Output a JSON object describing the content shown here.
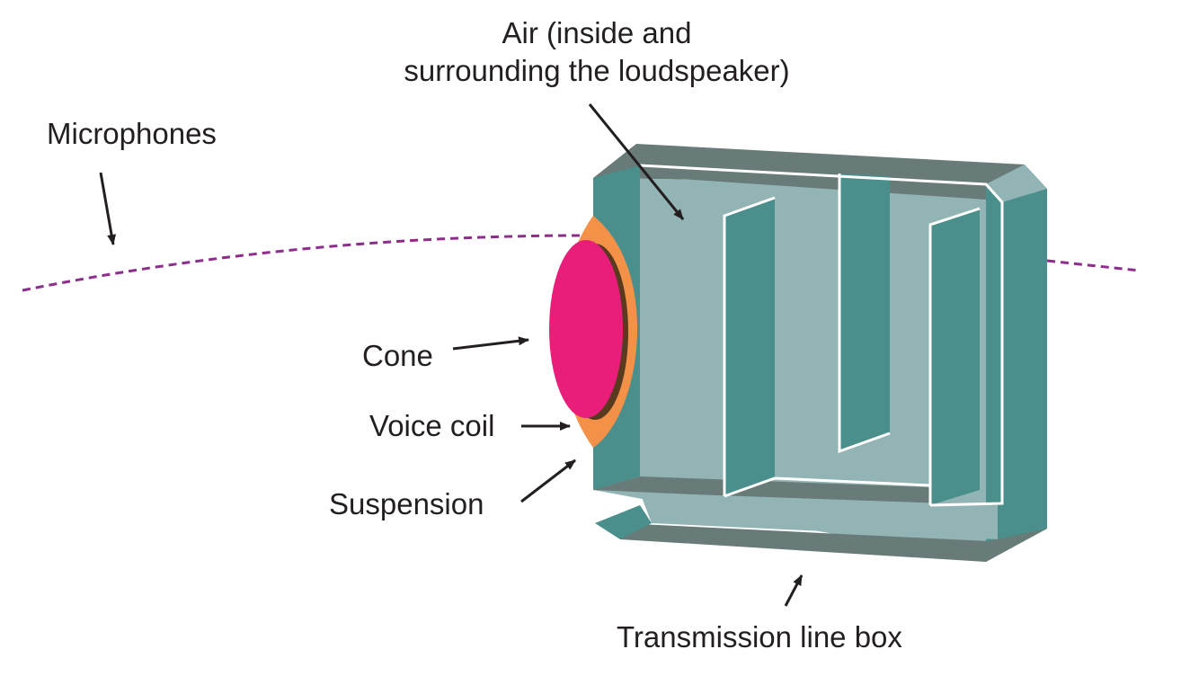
{
  "labels": {
    "air_line1": "Air (inside and",
    "air_line2": "surrounding the loudspeaker)",
    "microphones": "Microphones",
    "cone": "Cone",
    "voice_coil": "Voice coil",
    "suspension": "Suspension",
    "transmission_line_box": "Transmission line box"
  },
  "colors": {
    "box_face": "#93b4b4",
    "box_side": "#4a8f8c",
    "box_top": "#687b78",
    "box_bottom": "#687b78",
    "cone": "#e91e7b",
    "voice_coil": "#5a3a1e",
    "suspension": "#f39149",
    "microphone_arc": "#8e2e8c",
    "text": "#231f20"
  }
}
